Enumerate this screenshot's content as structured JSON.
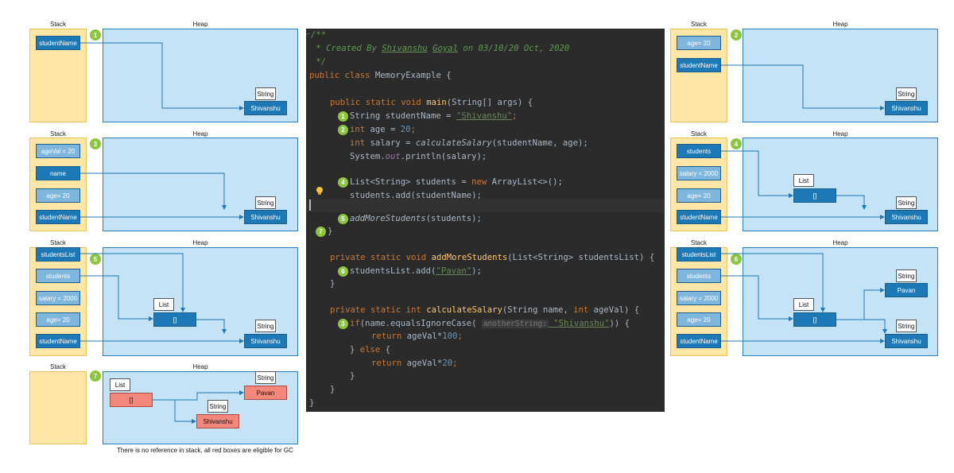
{
  "labels": {
    "stack": "Stack",
    "heap": "Heap",
    "string": "String",
    "list": "List"
  },
  "panels": {
    "p1": {
      "badge": "1",
      "vars": [
        "studentName"
      ],
      "objects": [
        "Shivanshu"
      ]
    },
    "p2": {
      "badge": "2",
      "vars": [
        "age= 20",
        "studentName"
      ],
      "objects": [
        "Shivanshu"
      ]
    },
    "p3": {
      "badge": "3",
      "vars": [
        "ageVal = 20",
        "name",
        "age= 20",
        "studentName"
      ],
      "objects": [
        "Shivanshu"
      ]
    },
    "p4": {
      "badge": "4",
      "vars": [
        "students",
        "salary = 2000",
        "age= 20",
        "studentName"
      ],
      "list_value": "[]",
      "objects": [
        "Shivanshu"
      ]
    },
    "p5": {
      "badge": "5",
      "vars": [
        "studentsList",
        "students",
        "salary = 2000",
        "age= 20",
        "studentName"
      ],
      "list_value": "[]",
      "objects": [
        "Shivanshu"
      ]
    },
    "p6": {
      "badge": "6",
      "vars": [
        "studentsList",
        "students",
        "salary = 2000",
        "age= 20",
        "studentName"
      ],
      "list_value": "[]",
      "objects": [
        "Pavan",
        "Shivanshu"
      ]
    },
    "p7": {
      "badge": "7",
      "vars": [],
      "list_value": "[]",
      "objects": [
        "Pavan",
        "Shivanshu"
      ],
      "note": "There is no reference in stack, all red boxes are eligible for GC"
    }
  },
  "code": {
    "l1": "/**",
    "l2a": " * Created By ",
    "l2b": "Shivanshu",
    "l2c": " ",
    "l2d": "Goyal",
    "l2e": " on 03/10/20 Oct, 2020",
    "l3": " */",
    "l4a": "public class ",
    "l4b": "MemoryExample {",
    "l5a": "public static void ",
    "l5b": "main",
    "l5c": "(String[] args) {",
    "l6b": "1",
    "l6a": "String studentName = ",
    "l6s": "\"Shivanshu\"",
    "l6e": ";",
    "l7b": "2",
    "l7a": "int ",
    "l7c": "age = ",
    "l7n": "20",
    "l7e": ";",
    "l8a": "int ",
    "l8c": "salary = ",
    "l8f": "calculateSalary",
    "l8e": "(studentName, age);",
    "l9a": "System.",
    "l9o": "out",
    "l9e": ".println(salary);",
    "l10b": "4",
    "l10a": "List<String> students = ",
    "l10k": "new ",
    "l10e": "ArrayList<>();",
    "l11": "students.add(studentName);",
    "l12b": "5",
    "l12f": "addMoreStudents",
    "l12e": "(students);",
    "l13b": "7",
    "l13": "}",
    "l14a": "private static void ",
    "l14b": "addMoreStudents",
    "l14c": "(List<String> studentsList) {",
    "l15b": "6",
    "l15a": "studentsList.add(",
    "l15s": "\"Pavan\"",
    "l15e": ");",
    "l16": "}",
    "l17a": "private static int ",
    "l17b": "calculateSalary",
    "l17c": "(String name, ",
    "l17k": "int ",
    "l17d": "ageVal) {",
    "l18b": "3",
    "l18k": "if",
    "l18a": "(name.equalsIgnoreCase( ",
    "l18h": "anotherString:",
    "l18s": " \"Shivanshu\"",
    "l18e": ")) {",
    "l19k": "return ",
    "l19a": "ageVal*",
    "l19n": "100",
    "l19e": ";",
    "l20a": "} ",
    "l20k": "else ",
    "l20e": "{",
    "l21k": "return ",
    "l21a": "ageVal*",
    "l21n": "20",
    "l21e": ";",
    "l22": "}",
    "l23": "}",
    "l24": "}"
  }
}
